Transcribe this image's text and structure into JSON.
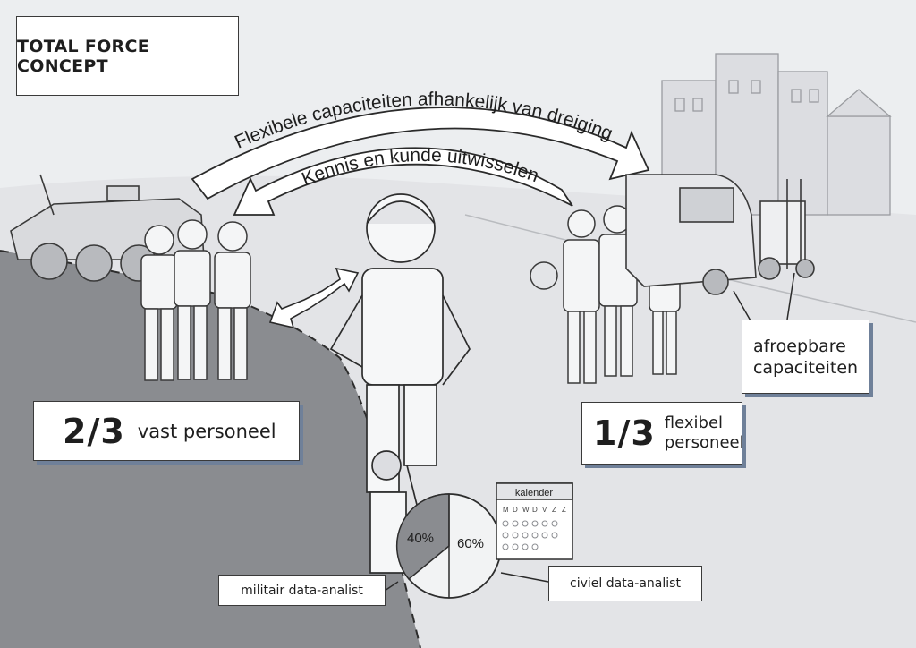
{
  "title": "TOTAL FORCE CONCEPT",
  "arrows": {
    "outer_label": "Flexibele capaciteiten afhankelijk van dreiging",
    "inner_label": "Kennis en kunde uitwisselen"
  },
  "fixed": {
    "fraction": "2/3",
    "label": "vast personeel"
  },
  "flexible": {
    "fraction": "1/3",
    "label_line1": "flexibel",
    "label_line2": "personeel"
  },
  "on_call": {
    "line1": "afroepbare",
    "line2": "capaciteiten"
  },
  "split": {
    "military_pct": "40%",
    "civil_pct": "60%"
  },
  "military_label": "militair data-analist",
  "civil_label": "civiel data-analist",
  "calendar": {
    "label": "kalender",
    "days": [
      "M",
      "D",
      "W",
      "D",
      "V",
      "Z",
      "Z"
    ]
  },
  "colors": {
    "accent_shadow": "#6f8099",
    "ink": "#1e1e1e",
    "road": "#8a8c90",
    "sky": "#dedfe2"
  }
}
